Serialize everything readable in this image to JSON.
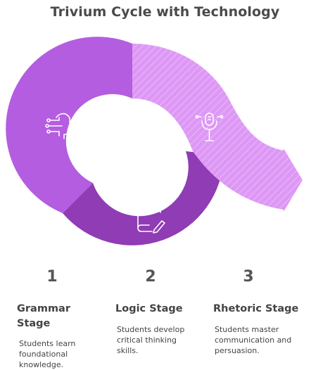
{
  "title": "Trivium Cycle with Technology",
  "colors": {
    "grammar": "#b45de0",
    "logic": "#8f3cb5",
    "rhetoric": "#dd97f5",
    "text": "#444444"
  },
  "stages": [
    {
      "number": "1",
      "heading": "Grammar Stage",
      "description": "Students learn foundational knowledge.",
      "icon": "ai-head-icon"
    },
    {
      "number": "2",
      "heading": "Logic Stage",
      "description": "Students develop critical thinking skills.",
      "icon": "book-pen-icon"
    },
    {
      "number": "3",
      "heading": "Rhetoric Stage",
      "description": "Students master communication and persuasion.",
      "icon": "microphone-icon"
    }
  ]
}
